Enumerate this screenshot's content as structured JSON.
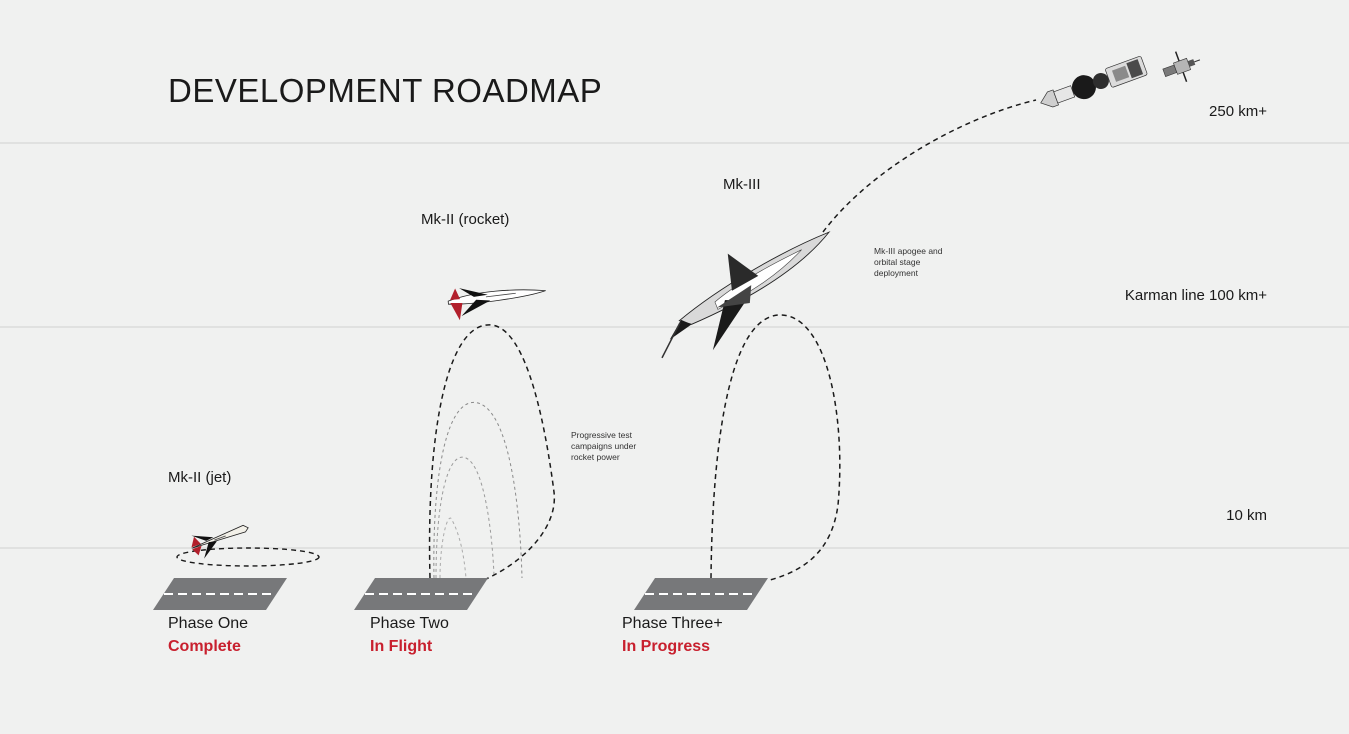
{
  "title": "DEVELOPMENT ROADMAP",
  "altitudes": {
    "a250": "250 km+",
    "karman": "Karman line 100 km+",
    "a10": "10 km"
  },
  "craft": {
    "jet": "Mk-II (jet)",
    "rocket": "Mk-II (rocket)",
    "mk3": "Mk-III"
  },
  "notes": {
    "progressive": "Progressive test\ncampaigns under\nrocket power",
    "apogee": "Mk-III apogee and\norbital stage\ndeployment"
  },
  "phases": [
    {
      "name": "Phase One",
      "status": "Complete"
    },
    {
      "name": "Phase Two",
      "status": "In Flight"
    },
    {
      "name": "Phase Three+",
      "status": "In Progress"
    }
  ],
  "colors": {
    "background": "#f0f1f0",
    "status": "#c8202e",
    "runway": "#77787a",
    "gridline": "#cfd1d0",
    "path": "#1a1a1a",
    "aircraft_accent": "#b2202c"
  }
}
